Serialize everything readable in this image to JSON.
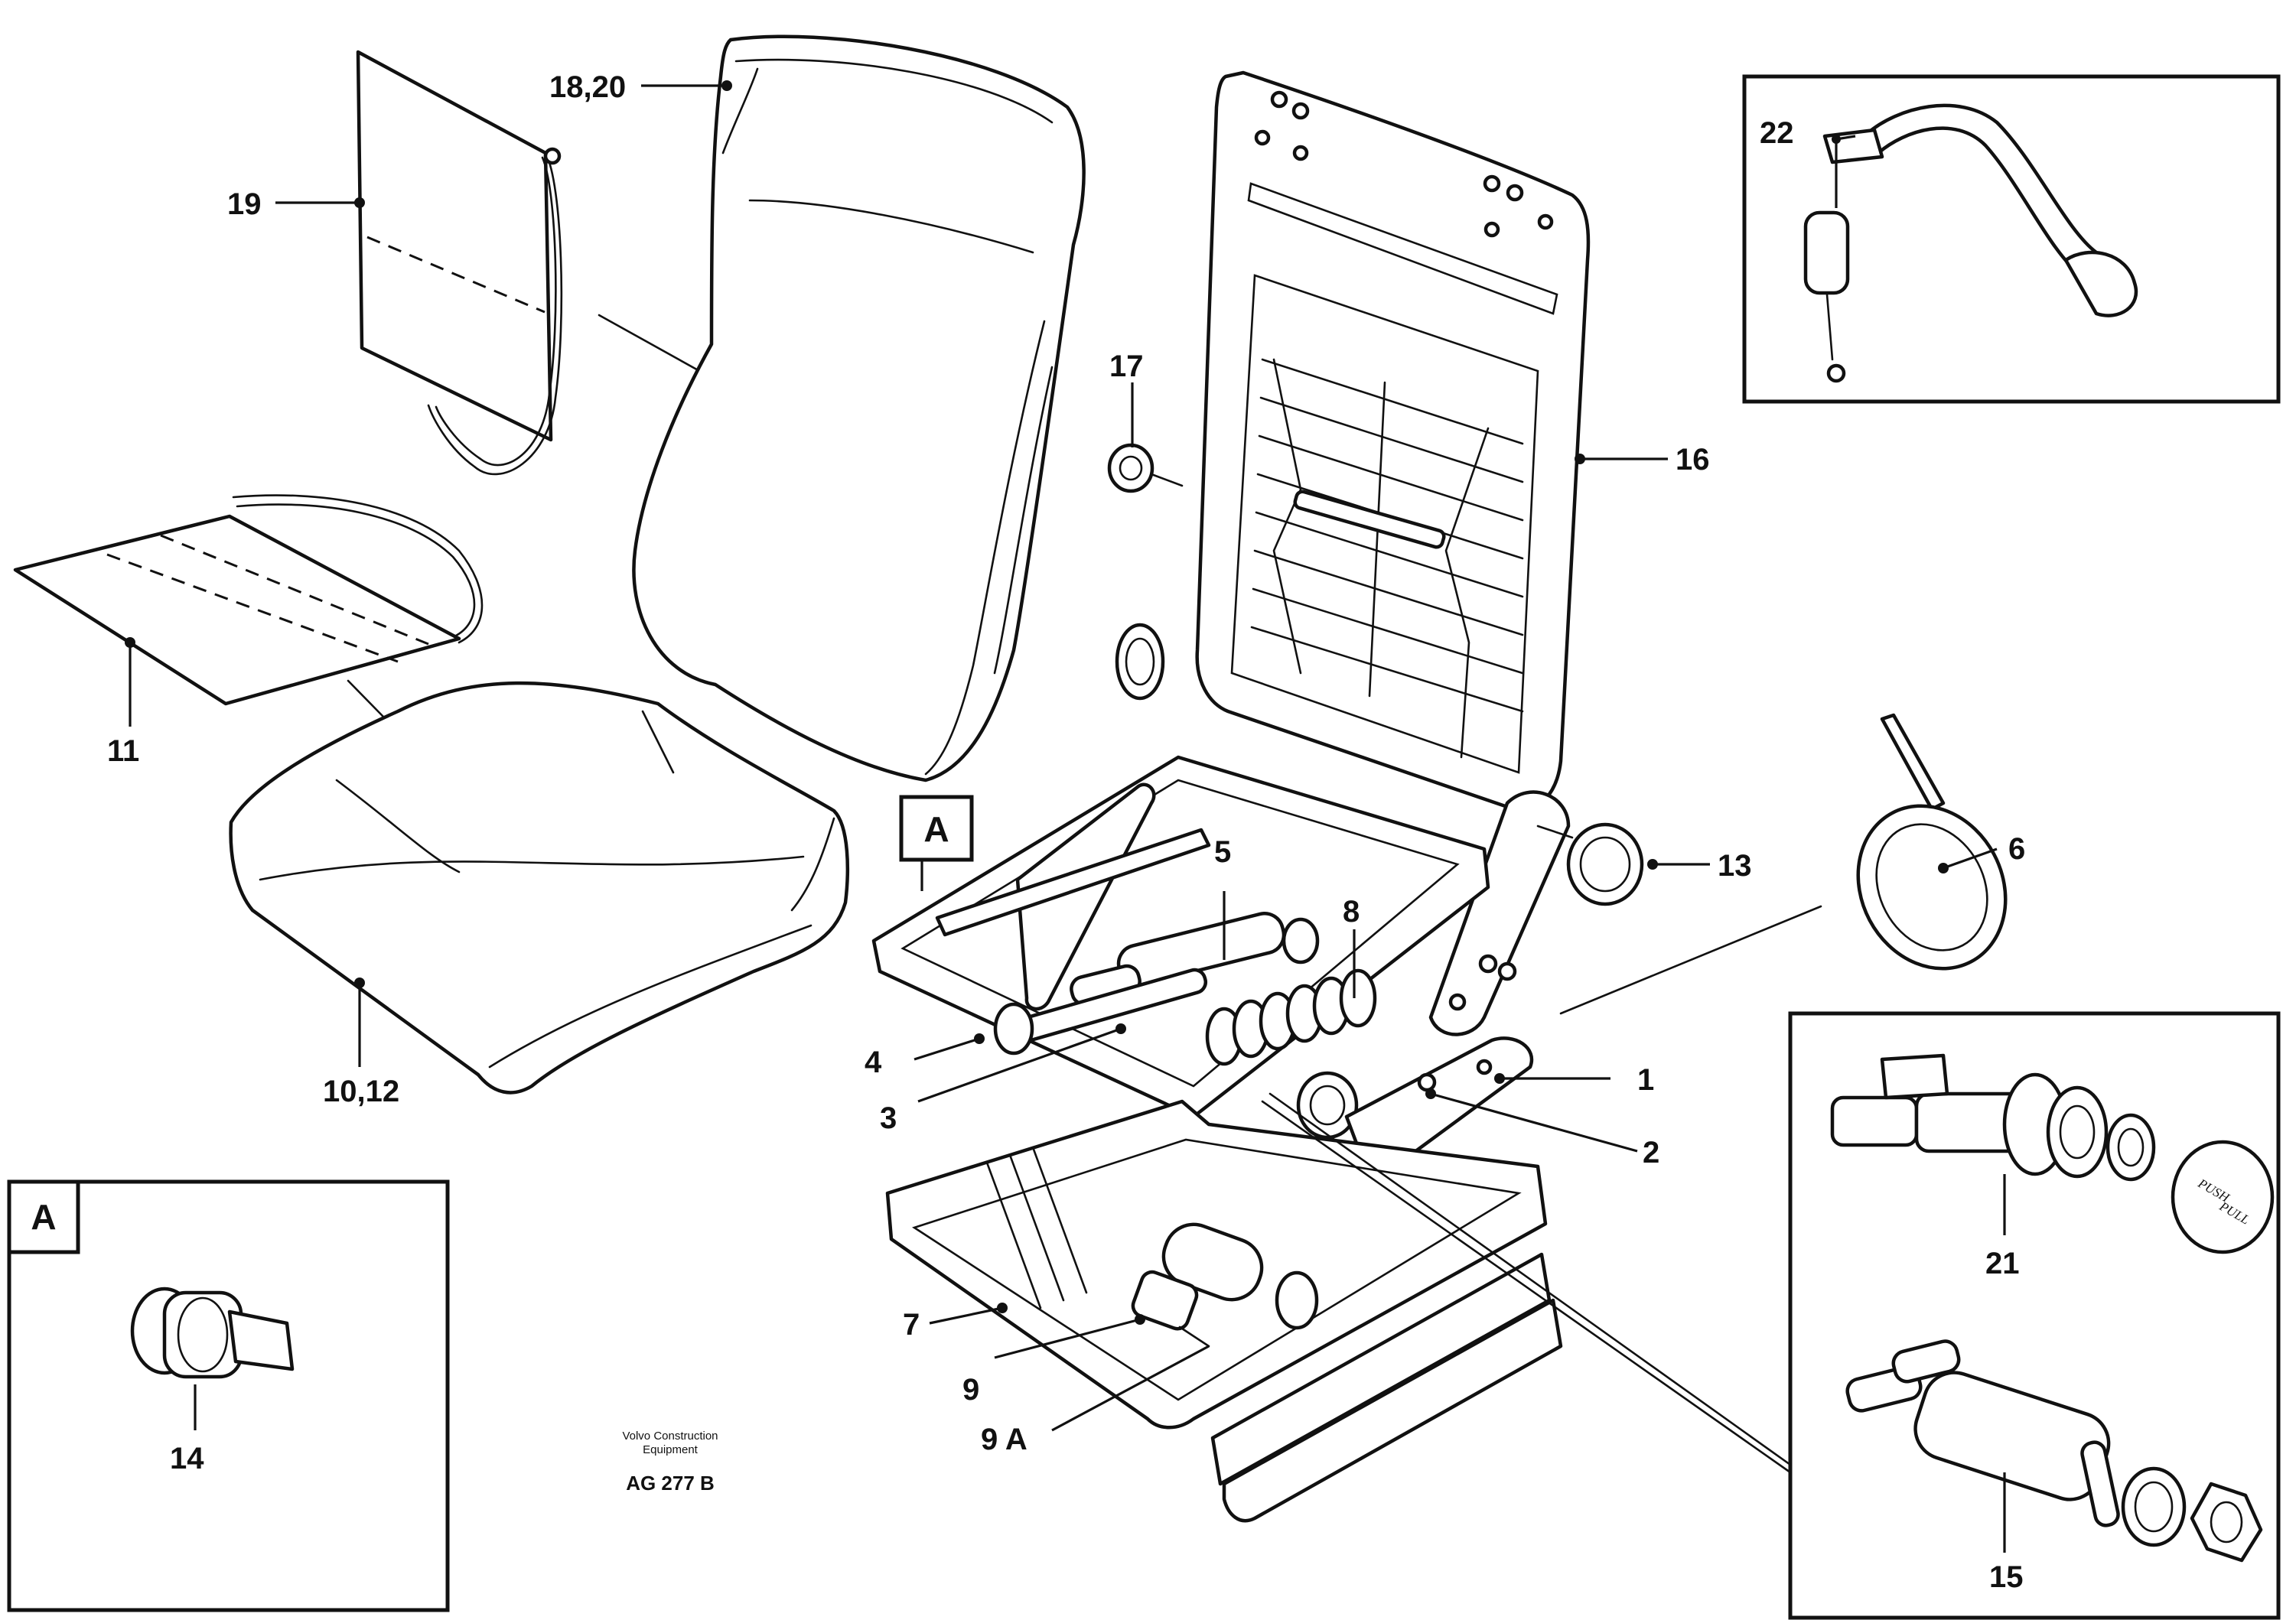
{
  "labels": {
    "l1": "1",
    "l2": "2",
    "l3": "3",
    "l4": "4",
    "l5": "5",
    "l6": "6",
    "l7": "7",
    "l8": "8",
    "l9": "9",
    "l9a": "9 A",
    "l10_12": "10,12",
    "l11": "11",
    "l13": "13",
    "l14": "14",
    "l15": "15",
    "l16": "16",
    "l17": "17",
    "l18_20": "18,20",
    "l19": "19",
    "l21": "21",
    "l22": "22"
  },
  "detail_marker": "A",
  "inset_marker": "A",
  "knob_text_1": "PUSH",
  "knob_text_2": "PULL",
  "footer": {
    "company_line1": "Volvo Construction",
    "company_line2": "Equipment",
    "drawing_code": "AG 277 B"
  }
}
